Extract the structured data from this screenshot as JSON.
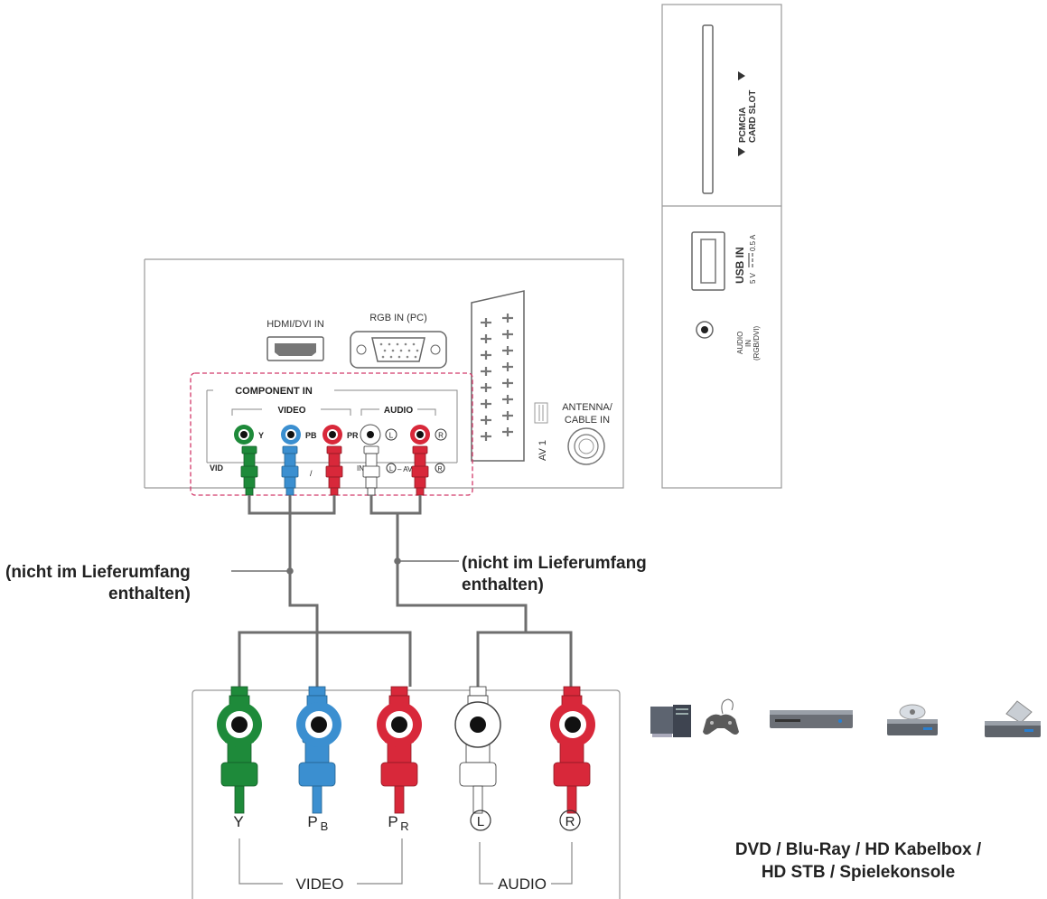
{
  "tv_panel": {
    "hdmi_label": "HDMI/DVI IN",
    "rgb_label": "RGB IN (PC)",
    "component_title": "COMPONENT IN",
    "video_group": "VIDEO",
    "audio_group": "AUDIO",
    "jack_y": "Y",
    "jack_pb": "PB",
    "jack_pr": "PR",
    "jack_l": "L",
    "jack_r": "R",
    "strip_left": "VID",
    "strip_mid": "/",
    "strip_audio": "IN",
    "strip_l": "L",
    "strip_av": "– AV",
    "strip_r": "R",
    "av1_label": "AV 1",
    "antenna_line1": "ANTENNA/",
    "antenna_line2": "CABLE IN"
  },
  "side_panel": {
    "pcmcia_line1": "PCMCIA",
    "pcmcia_line2": "CARD SLOT",
    "usb_label": "USB IN",
    "usb_rating_v": "5 V",
    "usb_rating_a": "0.5 A",
    "audio_line1": "AUDIO",
    "audio_line2": "IN",
    "audio_line3": "(RGB/DVI)"
  },
  "cable_notes": {
    "left_line1": "(nicht im Lieferumfang",
    "left_line2": "enthalten)",
    "right_line1": "(nicht im Lieferumfang",
    "right_line2": "enthalten)"
  },
  "device_panel": {
    "jack_y": "Y",
    "jack_pb": "P",
    "jack_pb_sub": "B",
    "jack_pr": "P",
    "jack_pr_sub": "R",
    "jack_l": "L",
    "jack_r": "R",
    "video_label": "VIDEO",
    "audio_label": "AUDIO"
  },
  "device_caption": {
    "line1": "DVD / Blu-Ray / HD Kabelbox /",
    "line2": "HD STB / Spielekonsole"
  },
  "device_icons": [
    "pc-tower-icon",
    "gamepad-icon",
    "dvd-player-icon",
    "disc-player-icon",
    "set-top-box-icon"
  ],
  "colors": {
    "green": "#1e8a3a",
    "blue": "#3b8fd0",
    "red": "#d8283a",
    "white": "#ffffff",
    "cable": "#6e6e6e",
    "highlight": "#d23a6a"
  }
}
